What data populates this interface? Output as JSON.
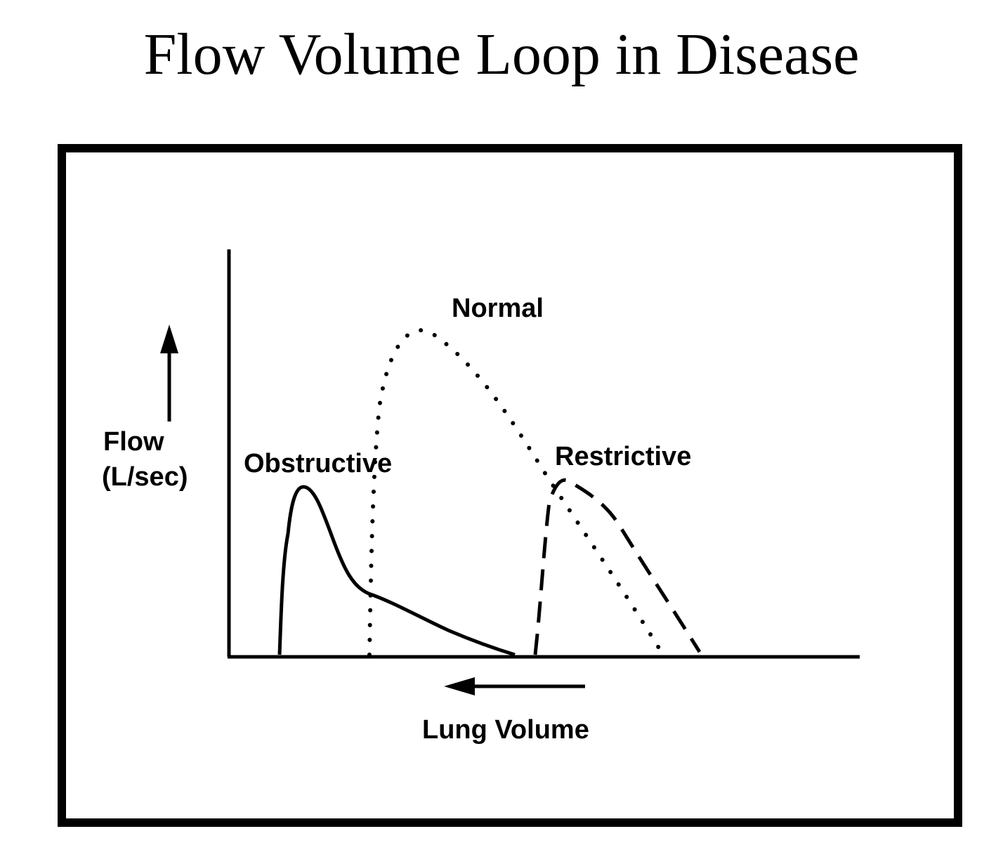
{
  "title": "Flow Volume Loop in Disease",
  "y_axis": {
    "label_line1": "Flow",
    "label_line2": "(L/sec)"
  },
  "x_axis": {
    "label": "Lung Volume"
  },
  "curves": {
    "normal": {
      "label": "Normal",
      "style": "dotted"
    },
    "obstructive": {
      "label": "Obstructive",
      "style": "solid"
    },
    "restrictive": {
      "label": "Restrictive",
      "style": "dashed"
    }
  },
  "colors": {
    "ink": "#000000",
    "background": "#ffffff"
  }
}
